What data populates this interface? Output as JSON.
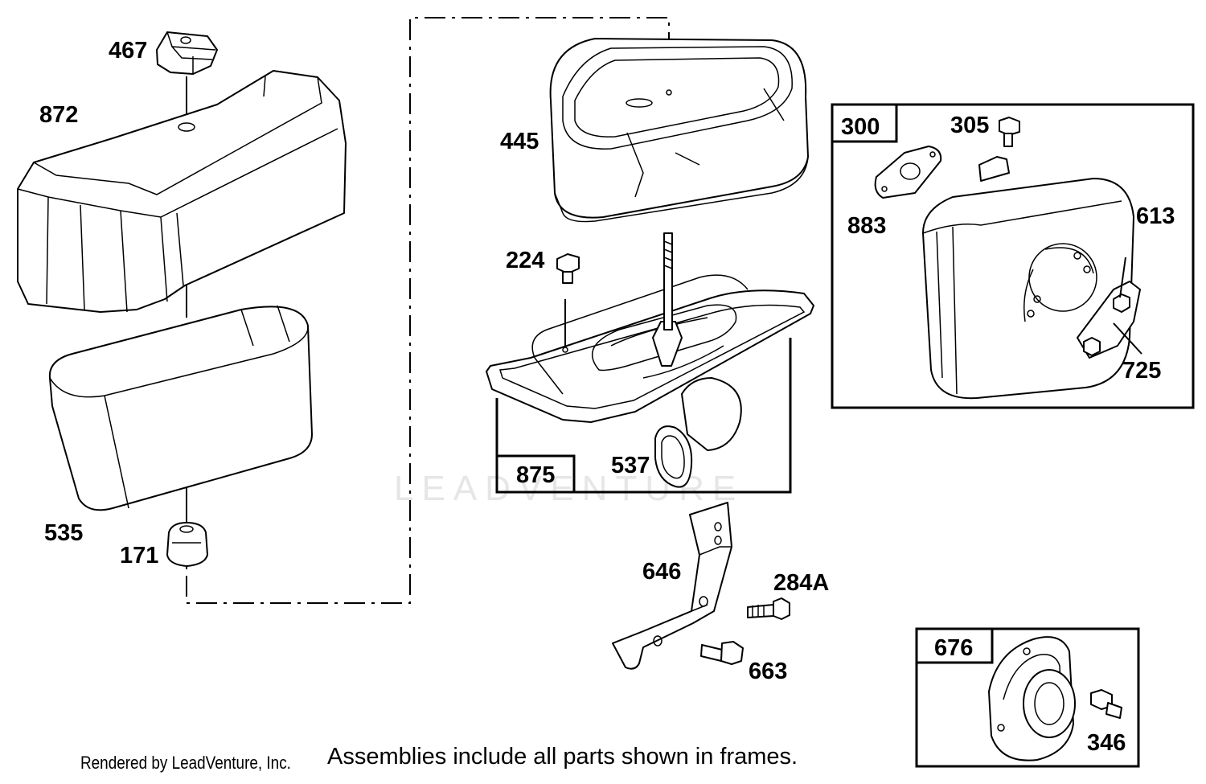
{
  "watermark": "LEADVENTURE",
  "parts": {
    "p467": "467",
    "p872": "872",
    "p535": "535",
    "p171": "171",
    "p445": "445",
    "p224": "224",
    "p875": "875",
    "p537": "537",
    "p646": "646",
    "p284A": "284A",
    "p663": "663",
    "p300": "300",
    "p305": "305",
    "p883": "883",
    "p613": "613",
    "p725": "725",
    "p676": "676",
    "p346": "346"
  },
  "footer": {
    "credit": "Rendered by LeadVenture, Inc.",
    "note": "Assemblies include all parts shown in frames."
  }
}
